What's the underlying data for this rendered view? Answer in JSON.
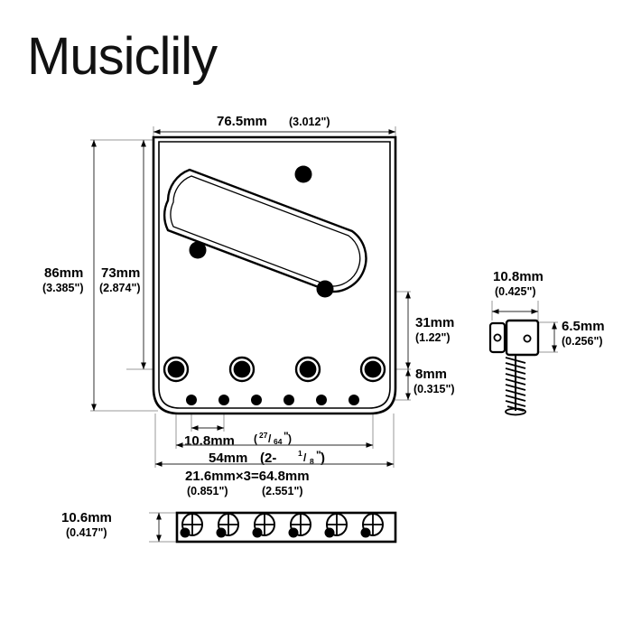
{
  "brand": {
    "name": "Musiclily"
  },
  "drawing": {
    "title_text": "Musiclily",
    "colors": {
      "line": "#000000",
      "fill": "#ffffff",
      "dimension_line": "#555555",
      "hole_fill": "#000000",
      "background": "#ffffff"
    },
    "views": {
      "top_view_label": "bridge-plate-top-view",
      "saddle_detail_label": "saddle-detail-view",
      "side_view_label": "bridge-plate-side-view"
    }
  },
  "dimensions": {
    "plate_width": {
      "mm": "76.5mm",
      "inch": "(3.012\")"
    },
    "plate_height_total": {
      "mm": "86mm",
      "inch": "(3.385\")"
    },
    "plate_height_inner": {
      "mm": "73mm",
      "inch": "(2.874\")"
    },
    "pickup_to_saddle": {
      "mm": "31mm",
      "inch": "(1.22\")"
    },
    "saddle_to_string_holes": {
      "mm": "8mm",
      "inch": "(0.315\")"
    },
    "string_hole_spacing": {
      "mm": "10.8mm",
      "inch_num": "27",
      "inch_den": "64",
      "inch_mark": "\"",
      "inch_prefix": "(",
      "inch_suffix": ")"
    },
    "saddle_screw_span": {
      "mm": "54mm",
      "inch_open": "(2- ",
      "inch_num": "1",
      "inch_den": "8",
      "inch_mark": "\"",
      "inch_close": ")"
    },
    "mounting_span": {
      "formula": "21.6mm×3=64.8mm",
      "inch_left": "(0.851\")",
      "inch_right": "(2.551\")"
    },
    "saddle_width": {
      "mm": "10.8mm",
      "inch": "(0.425\")"
    },
    "saddle_height": {
      "mm": "6.5mm",
      "inch": "(0.256\")"
    },
    "plate_thickness": {
      "mm": "10.6mm",
      "inch": "(0.417\")"
    }
  },
  "features": {
    "saddle_screw_holes_count": 4,
    "string_holes_count": 6,
    "mounting_screw_holes_count": 3,
    "side_view_screws_count": 6,
    "side_view_string_dots_count": 6
  }
}
